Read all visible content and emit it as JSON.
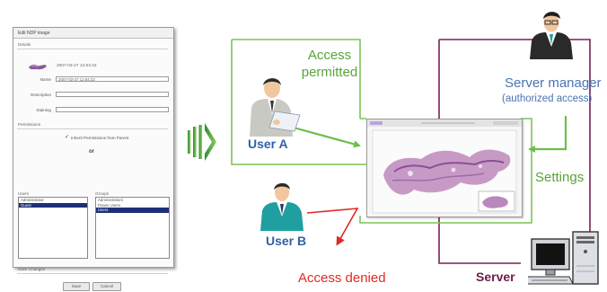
{
  "dialog": {
    "title": "Edit NDP image",
    "details_label": "Details",
    "timestamp": "2007-03-27 12:54:22",
    "name_label": "Name",
    "name_value": "2007-03-27 12:54:22",
    "description_label": "Description",
    "staining_label": "Staining",
    "permissions_label": "Permissions",
    "inherit_label": "Inherit Permissions from Parent",
    "or_label": "or",
    "users_label": "Users",
    "users": [
      "Administrator",
      "Guest"
    ],
    "selected_user": "Guest",
    "groups_label": "Groups",
    "groups": [
      "Administrators",
      "Power Users",
      "Users"
    ],
    "selected_group": "Users",
    "save_changes_label": "Save Changes",
    "save_button": "Save",
    "cancel_button": "Cancel"
  },
  "diagram": {
    "access_permitted_line1": "Access",
    "access_permitted_line2": "permitted",
    "user_a": "User A",
    "user_b": "User B",
    "server_manager": "Server manager",
    "authorized_access": "(authorized access)",
    "settings": "Settings",
    "access_denied": "Access denied",
    "server": "Server"
  },
  "colors": {
    "permitted_green": "#6cbf4c",
    "denied_red": "#e02a24",
    "server_purple": "#7a1f55",
    "user_blue": "#2f63a6"
  },
  "icons": {
    "transfer_arrow": "triple-chevron-right-icon",
    "user_a": "businessman-with-document-icon",
    "user_b": "businessman-icon",
    "server_manager": "businessman-with-glasses-icon",
    "server": "server-tower-computer-icon"
  }
}
